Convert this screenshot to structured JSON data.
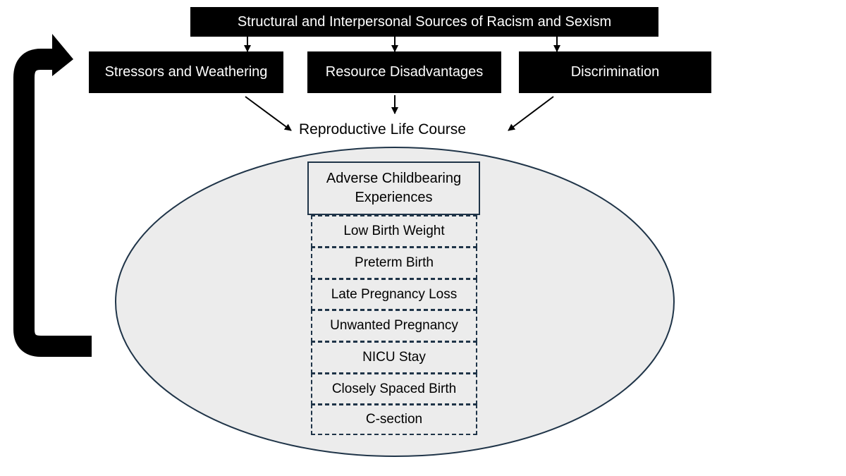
{
  "diagram": {
    "top_source": "Structural and Interpersonal Sources of Racism and Sexism",
    "mediators": [
      "Stressors and Weathering",
      "Resource Disadvantages",
      "Discrimination"
    ],
    "center_label": "Reproductive Life Course",
    "ace_title_line1": "Adverse Childbearing",
    "ace_title_line2": "Experiences",
    "outcomes": [
      "Low Birth Weight",
      "Preterm Birth",
      "Late Pregnancy Loss",
      "Unwanted Pregnancy",
      "NICU Stay",
      "Closely Spaced Birth",
      "C-section"
    ],
    "colors": {
      "dark_box": "#000000",
      "ellipse_fill": "#ececec",
      "border": "#1f3448"
    }
  }
}
